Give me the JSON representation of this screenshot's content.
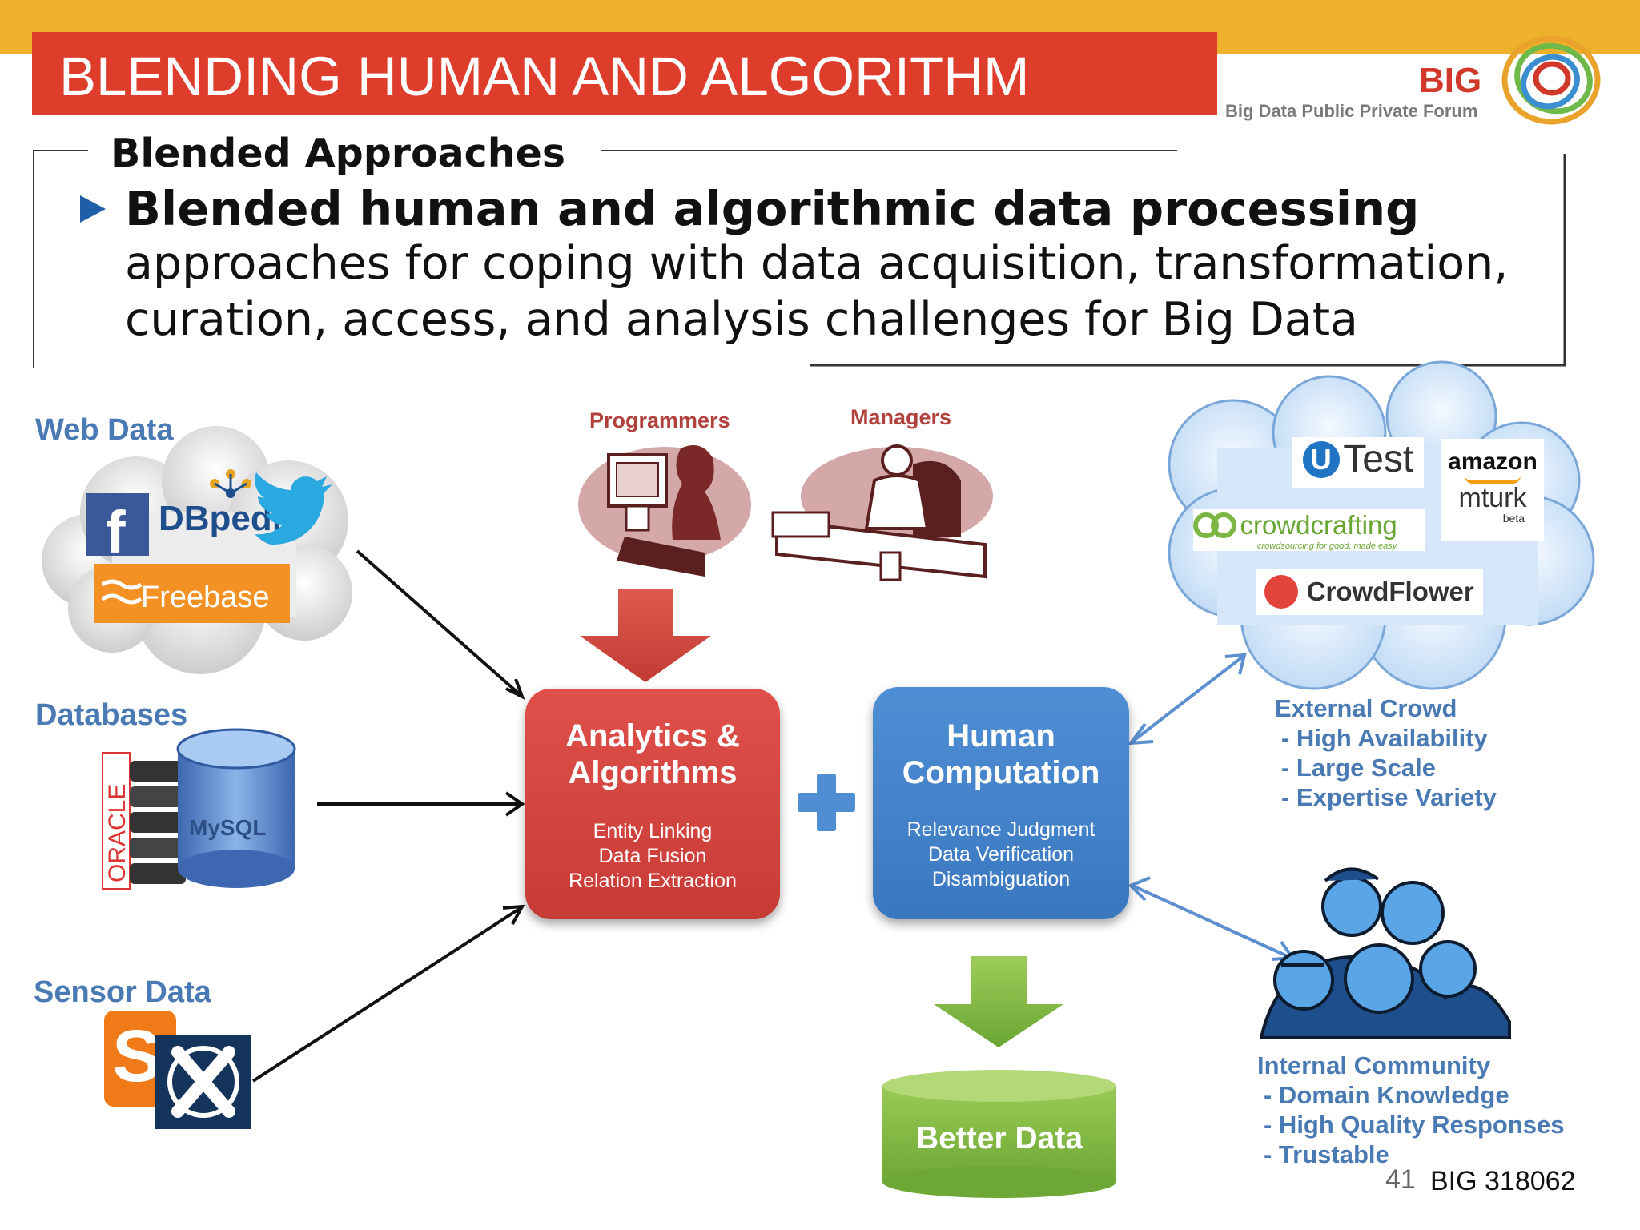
{
  "header": {
    "title": "BLENDING HUMAN AND ALGORITHM",
    "logo_text": "BIG",
    "logo_subtitle": "Big Data Public Private Forum"
  },
  "section": {
    "heading": "Blended Approaches",
    "bullet_bold": "Blended human and algorithmic data processing",
    "bullet_line1": "approaches for coping with data acquisition, transformation,",
    "bullet_line2": "curation, access, and analysis challenges for Big Data"
  },
  "sources": {
    "web": {
      "label": "Web Data",
      "logos": [
        "f",
        "DBpedia",
        "Freebase"
      ]
    },
    "databases": {
      "label": "Databases",
      "logos": [
        "ORACLE",
        "MySQL"
      ]
    },
    "sensor": {
      "label": "Sensor Data"
    }
  },
  "roles": {
    "programmers": "Programmers",
    "managers": "Managers"
  },
  "analytics": {
    "title_line1": "Analytics &",
    "title_line2": "Algorithms",
    "items": [
      "Entity Linking",
      "Data Fusion",
      "Relation Extraction"
    ]
  },
  "human": {
    "title_line1": "Human",
    "title_line2": "Computation",
    "items": [
      "Relevance Judgment",
      "Data Verification",
      "Disambiguation"
    ]
  },
  "output": {
    "label": "Better Data"
  },
  "crowd_platforms": {
    "utest": "Test",
    "amazon": "amazon",
    "mturk": "mturk",
    "mturk_beta": "beta",
    "crowdcrafting": "crowdcrafting",
    "crowdcrafting_tag": "crowdsourcing for good, made easy",
    "crowdflower": "CrowdFlower"
  },
  "external_crowd": {
    "title": "External Crowd",
    "items": [
      "- High Availability",
      "- Large Scale",
      "- Expertise Variety"
    ]
  },
  "internal_community": {
    "title": "Internal Community",
    "items": [
      "- Domain Knowledge",
      "- High Quality Responses",
      "- Trustable"
    ]
  },
  "footer": {
    "page_number": "41",
    "project_id": "BIG 318062"
  },
  "colors": {
    "title_bar": "#de3d2c",
    "top_band": "#eeb12c",
    "label_blue": "#4a7ab3",
    "role_red": "#b0413d",
    "analytics_red": "#d9473f",
    "human_blue": "#4683c8",
    "output_green": "#7cb743"
  }
}
